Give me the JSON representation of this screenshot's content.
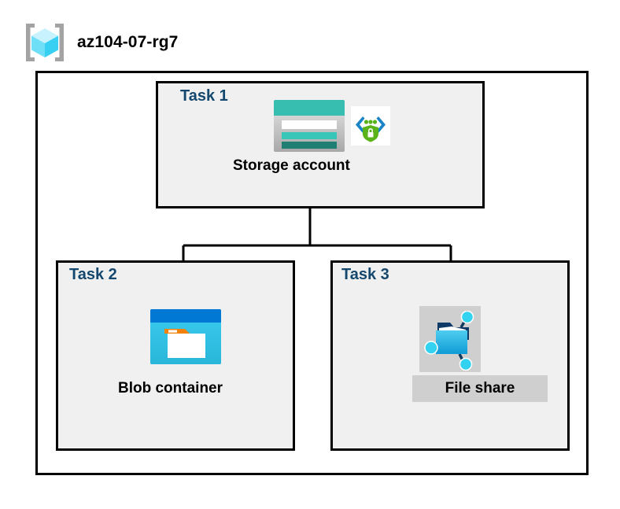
{
  "diagram": {
    "type": "azure-architecture",
    "title": "az104-07-rg7",
    "resource_group_icon": "azure-resource-group-icon"
  },
  "colors": {
    "task_label": "#14476e",
    "task_box_fill": "#f0f0f0",
    "box_border": "#000000",
    "page_background": "#ffffff",
    "highlight_grey": "#cfcfcf",
    "storage_teal": "#37beb0",
    "storage_teal_dark": "#1f7f72",
    "blob_blue": "#0078d4",
    "blob_cyan": "#32c8f0",
    "blob_orange": "#f2820a",
    "fileshare_blue": "#32bdeb",
    "fileshare_node_cyan": "#33d2f0",
    "privatelink_green": "#5ab318",
    "privatelink_blue": "#1b84c6",
    "rg_cube_cyan": "#9fe9fb",
    "rg_bracket_grey": "#a3a3a3"
  },
  "tasks": [
    {
      "id": "task1",
      "label": "Task 1",
      "node_label": "Storage account",
      "icons": [
        "storage-account-icon",
        "private-link-icon"
      ],
      "highlighted": false
    },
    {
      "id": "task2",
      "label": "Task 2",
      "node_label": "Blob container",
      "icons": [
        "blob-container-icon"
      ],
      "highlighted": false
    },
    {
      "id": "task3",
      "label": "Task 3",
      "node_label": "File share",
      "icons": [
        "file-share-icon"
      ],
      "highlighted": true
    }
  ],
  "connections": [
    {
      "from": "task1",
      "to": "task2"
    },
    {
      "from": "task1",
      "to": "task3"
    }
  ]
}
